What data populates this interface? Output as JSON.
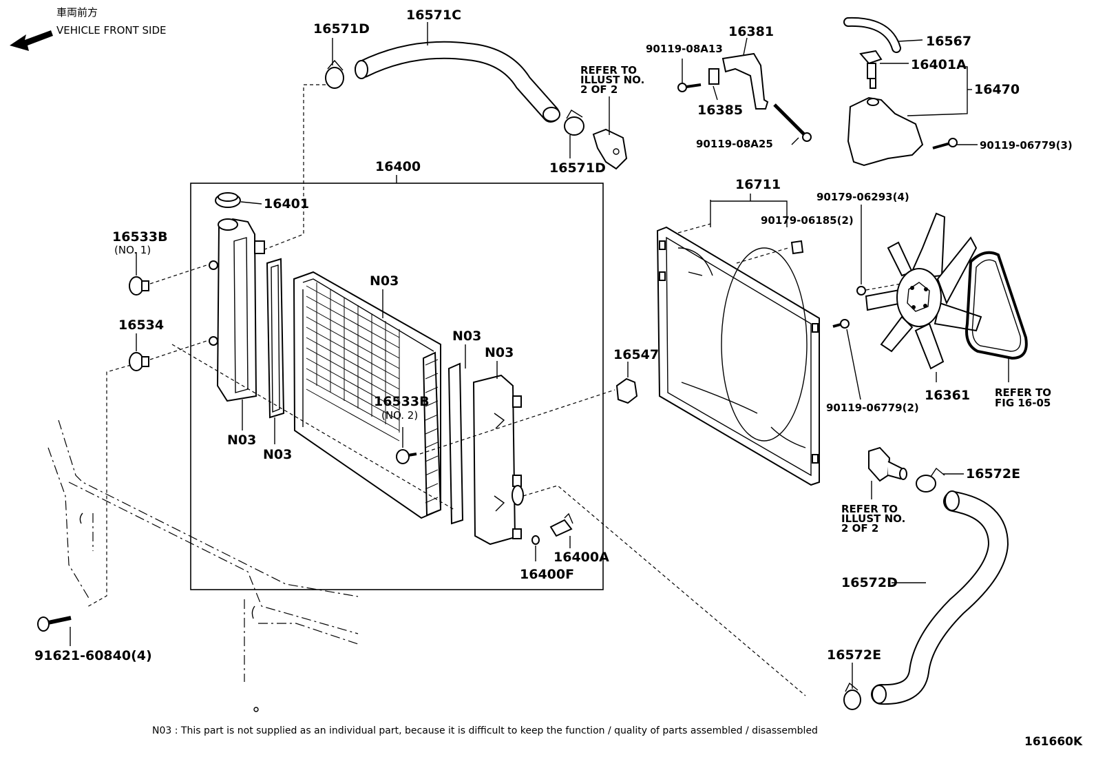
{
  "header": {
    "jp_text": "車両前方",
    "front_label": "VEHICLE FRONT SIDE",
    "arrow_icon": "left-arrow-icon"
  },
  "labels": {
    "p16571D_top": "16571D",
    "p16571C": "16571C",
    "p16571D_bottom": "16571D",
    "refer_top": [
      "REFER TO",
      "ILLUST NO.",
      "2 OF 2"
    ],
    "p90119_08A13": "90119-08A13",
    "p16381": "16381",
    "p16385": "16385",
    "p90119_08A25": "90119-08A25",
    "p16567": "16567",
    "p16401A": "16401A",
    "p16470": "16470",
    "p90119_06779_3": "90119-06779(3)",
    "p16400": "16400",
    "p16401": "16401",
    "p16533B_1": "16533B",
    "p16533B_1_sub": "(NO. 1)",
    "p16534": "16534",
    "n03_core": "N03",
    "n03_mid": "N03",
    "n03_right": "N03",
    "n03_left_tank": "N03",
    "n03_left_gasket": "N03",
    "p16533B_2": "16533B",
    "p16533B_2_sub": "(NO. 2)",
    "p16547": "16547",
    "p16400A": "16400A",
    "p16400F": "16400F",
    "p16711": "16711",
    "p90179_06185_2": "90179-06185(2)",
    "p90179_06293_4": "90179-06293(4)",
    "p16361": "16361",
    "refer_fig": [
      "REFER TO",
      "FIG 16-05"
    ],
    "p90119_06779_2": "90119-06779(2)",
    "refer_bottom": [
      "REFER TO",
      "ILLUST NO.",
      "2 OF 2"
    ],
    "p16572E_top": "16572E",
    "p16572D": "16572D",
    "p16572E_bottom": "16572E",
    "p91621_60840_4": "91621-60840(4)"
  },
  "footer": {
    "note": "N03 : This part is not supplied as an individual part, because it is difficult to keep the function / quality of parts assembled / disassembled",
    "figure_id": "161660K"
  }
}
